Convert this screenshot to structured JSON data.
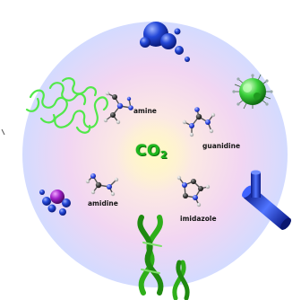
{
  "center": {
    "formula": "CO",
    "subscript": "2"
  },
  "labels": {
    "amine": "amine",
    "guanidine": "guanidine",
    "amidine": "amidine",
    "imidazole": "imidazole"
  },
  "colors": {
    "co2_text": "#1db81d",
    "disc_center": "#fff6cc",
    "disc_mid": "#f4d7f1",
    "disc_edge": "#d6dcff",
    "sphere_blue": "#2448d8",
    "atom_blue": "#2c46e6",
    "atom_dark": "#3a3a3a",
    "polymer_green": "#52e84a",
    "helix_green": "#2faf1a",
    "tube_blue": "#2a4ee0"
  },
  "icons": [
    "blue-sphere-cluster-icon",
    "polymer-chain-icon",
    "green-nanoparticle-icon",
    "amine-molecule-icon",
    "guanidine-molecule-icon",
    "amidine-molecule-icon",
    "imidazole-molecule-icon",
    "blue-purple-sphere-icon",
    "blue-tube-icon",
    "green-double-helix-icon"
  ]
}
